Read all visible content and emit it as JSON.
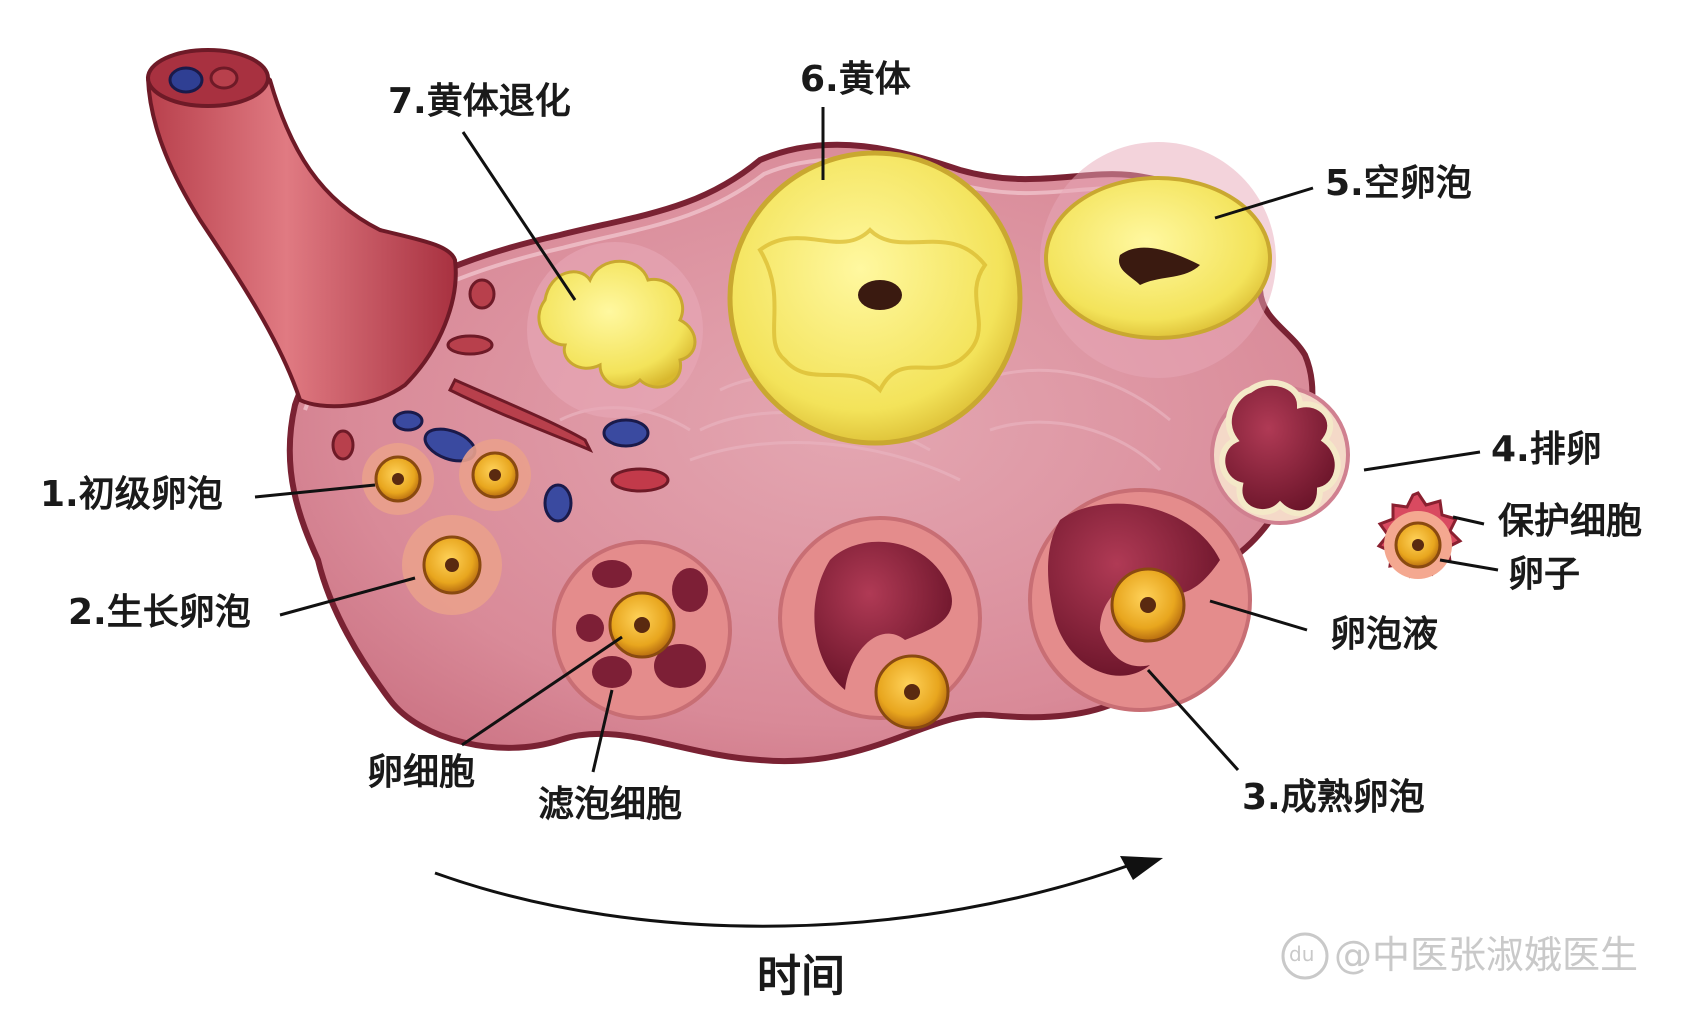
{
  "labels": {
    "primary_follicle": "1.初级卵泡",
    "growing_follicle": "2.生长卵泡",
    "mature_follicle": "3.成熟卵泡",
    "ovulation": "4.排卵",
    "empty_follicle": "5.空卵泡",
    "corpus_luteum": "6.黄体",
    "corpus_luteum_regression": "7.黄体退化",
    "protective_cells": "保护细胞",
    "ovum": "卵子",
    "follicular_fluid": "卵泡液",
    "oocyte": "卵细胞",
    "follicle_cells": "滤泡细胞",
    "time": "时间"
  },
  "watermark": {
    "text": "@中医张淑娥医生",
    "badge": "du"
  },
  "colors": {
    "ovary_fill": "#d98a98",
    "ovary_outline": "#7a2233",
    "vessel": "#b8404c",
    "follicle_ring": "#e9a08c",
    "follicle_yolk": "#e8a61e",
    "follicular_fluid": "#7d1f36",
    "corpus_luteum": "#f6ec6a",
    "vein_blue": "#2f3f93",
    "watermark": "#c9c9c9"
  }
}
